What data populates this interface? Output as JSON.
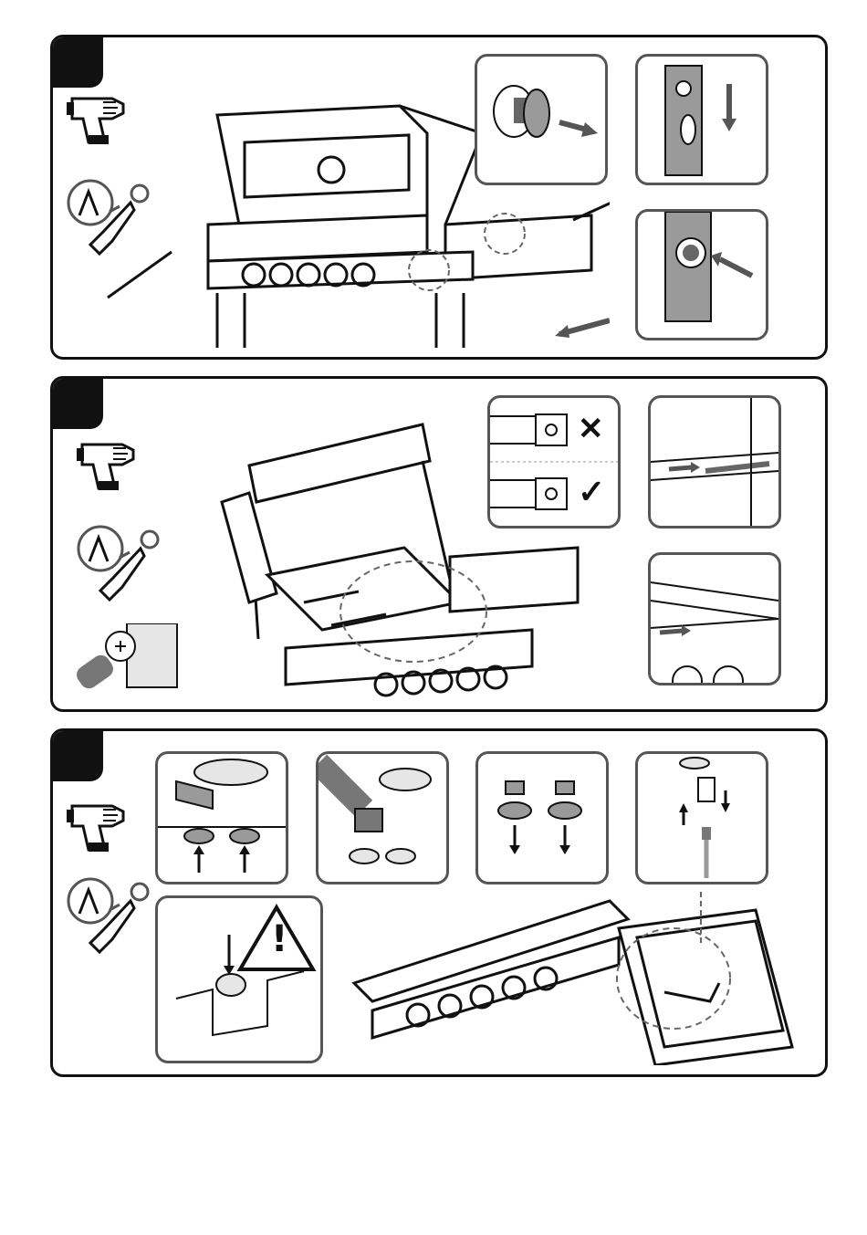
{
  "steps": [
    {
      "id": "step-1",
      "tools": [
        "power-drill-icon",
        "screwdriver-phillips-icon"
      ],
      "insets": [
        "bolt-insert-detail",
        "bracket-slide-down-detail",
        "bracket-screw-tighten-detail"
      ],
      "main_illustration": "grill-side-shelf-attach"
    },
    {
      "id": "step-2",
      "tools": [
        "power-drill-icon",
        "screwdriver-phillips-icon",
        "bolt-bag-icon"
      ],
      "insets": [
        "bracket-orientation-check",
        "left-rail-screw-detail",
        "right-rail-screw-detail"
      ],
      "orientation": {
        "wrong_mark": "✕",
        "right_mark": "✓"
      },
      "main_illustration": "grill-open-lid-side-shelf-screws"
    },
    {
      "id": "step-3",
      "tools": [
        "power-drill-icon",
        "screwdriver-phillips-icon"
      ],
      "insets": [
        "burner-valve-push-up",
        "burner-tube-attach",
        "burner-valve-pull-down",
        "igniter-wire-connect",
        "warning-valve-bracket"
      ],
      "warning_mark": "!",
      "main_illustration": "side-burner-igniter-wiring"
    }
  ],
  "colors": {
    "outline": "#111111",
    "inset_border": "#555555",
    "grey_fill": "#9a9a9a",
    "light_fill": "#e6e6e6"
  }
}
